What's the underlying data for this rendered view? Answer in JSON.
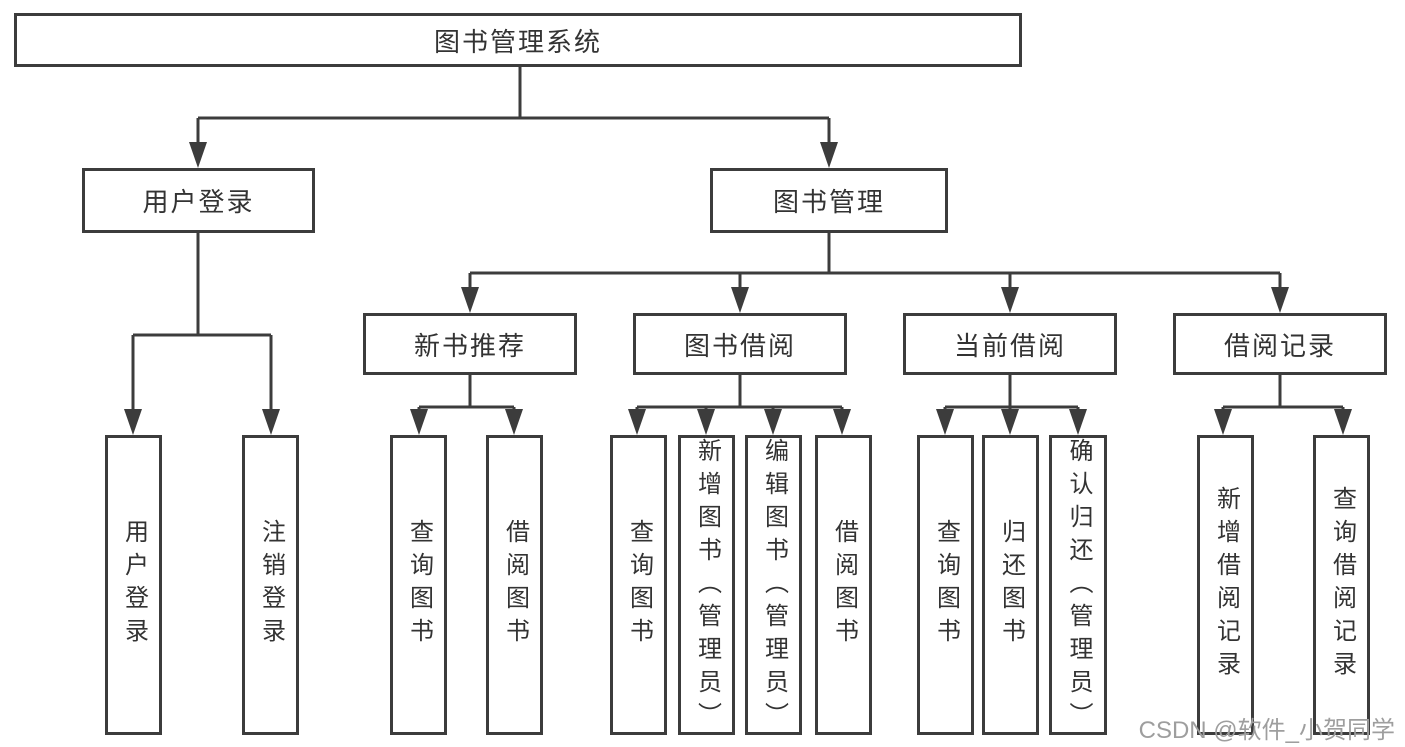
{
  "tree": {
    "root": {
      "label": "图书管理系统",
      "children": [
        {
          "label": "用户登录",
          "children": [
            {
              "label": "用户登录"
            },
            {
              "label": "注销登录"
            }
          ]
        },
        {
          "label": "图书管理",
          "children": [
            {
              "label": "新书推荐",
              "children": [
                {
                  "label": "查询图书"
                },
                {
                  "label": "借阅图书"
                }
              ]
            },
            {
              "label": "图书借阅",
              "children": [
                {
                  "label": "查询图书"
                },
                {
                  "label": "新增图书（管理员）"
                },
                {
                  "label": "编辑图书（管理员）"
                },
                {
                  "label": "借阅图书"
                }
              ]
            },
            {
              "label": "当前借阅",
              "children": [
                {
                  "label": "查询图书"
                },
                {
                  "label": "归还图书"
                },
                {
                  "label": "确认归还（管理员）"
                }
              ]
            },
            {
              "label": "借阅记录",
              "children": [
                {
                  "label": "新增借阅记录"
                },
                {
                  "label": "查询借阅记录"
                }
              ]
            }
          ]
        }
      ]
    }
  },
  "watermark": {
    "text": "CSDN @软件_小贺同学"
  },
  "colors": {
    "line": "#3c3c3c",
    "box_border": "#3c3c3c",
    "text": "#333333",
    "watermark": "#9e9e9e",
    "background": "#ffffff"
  }
}
